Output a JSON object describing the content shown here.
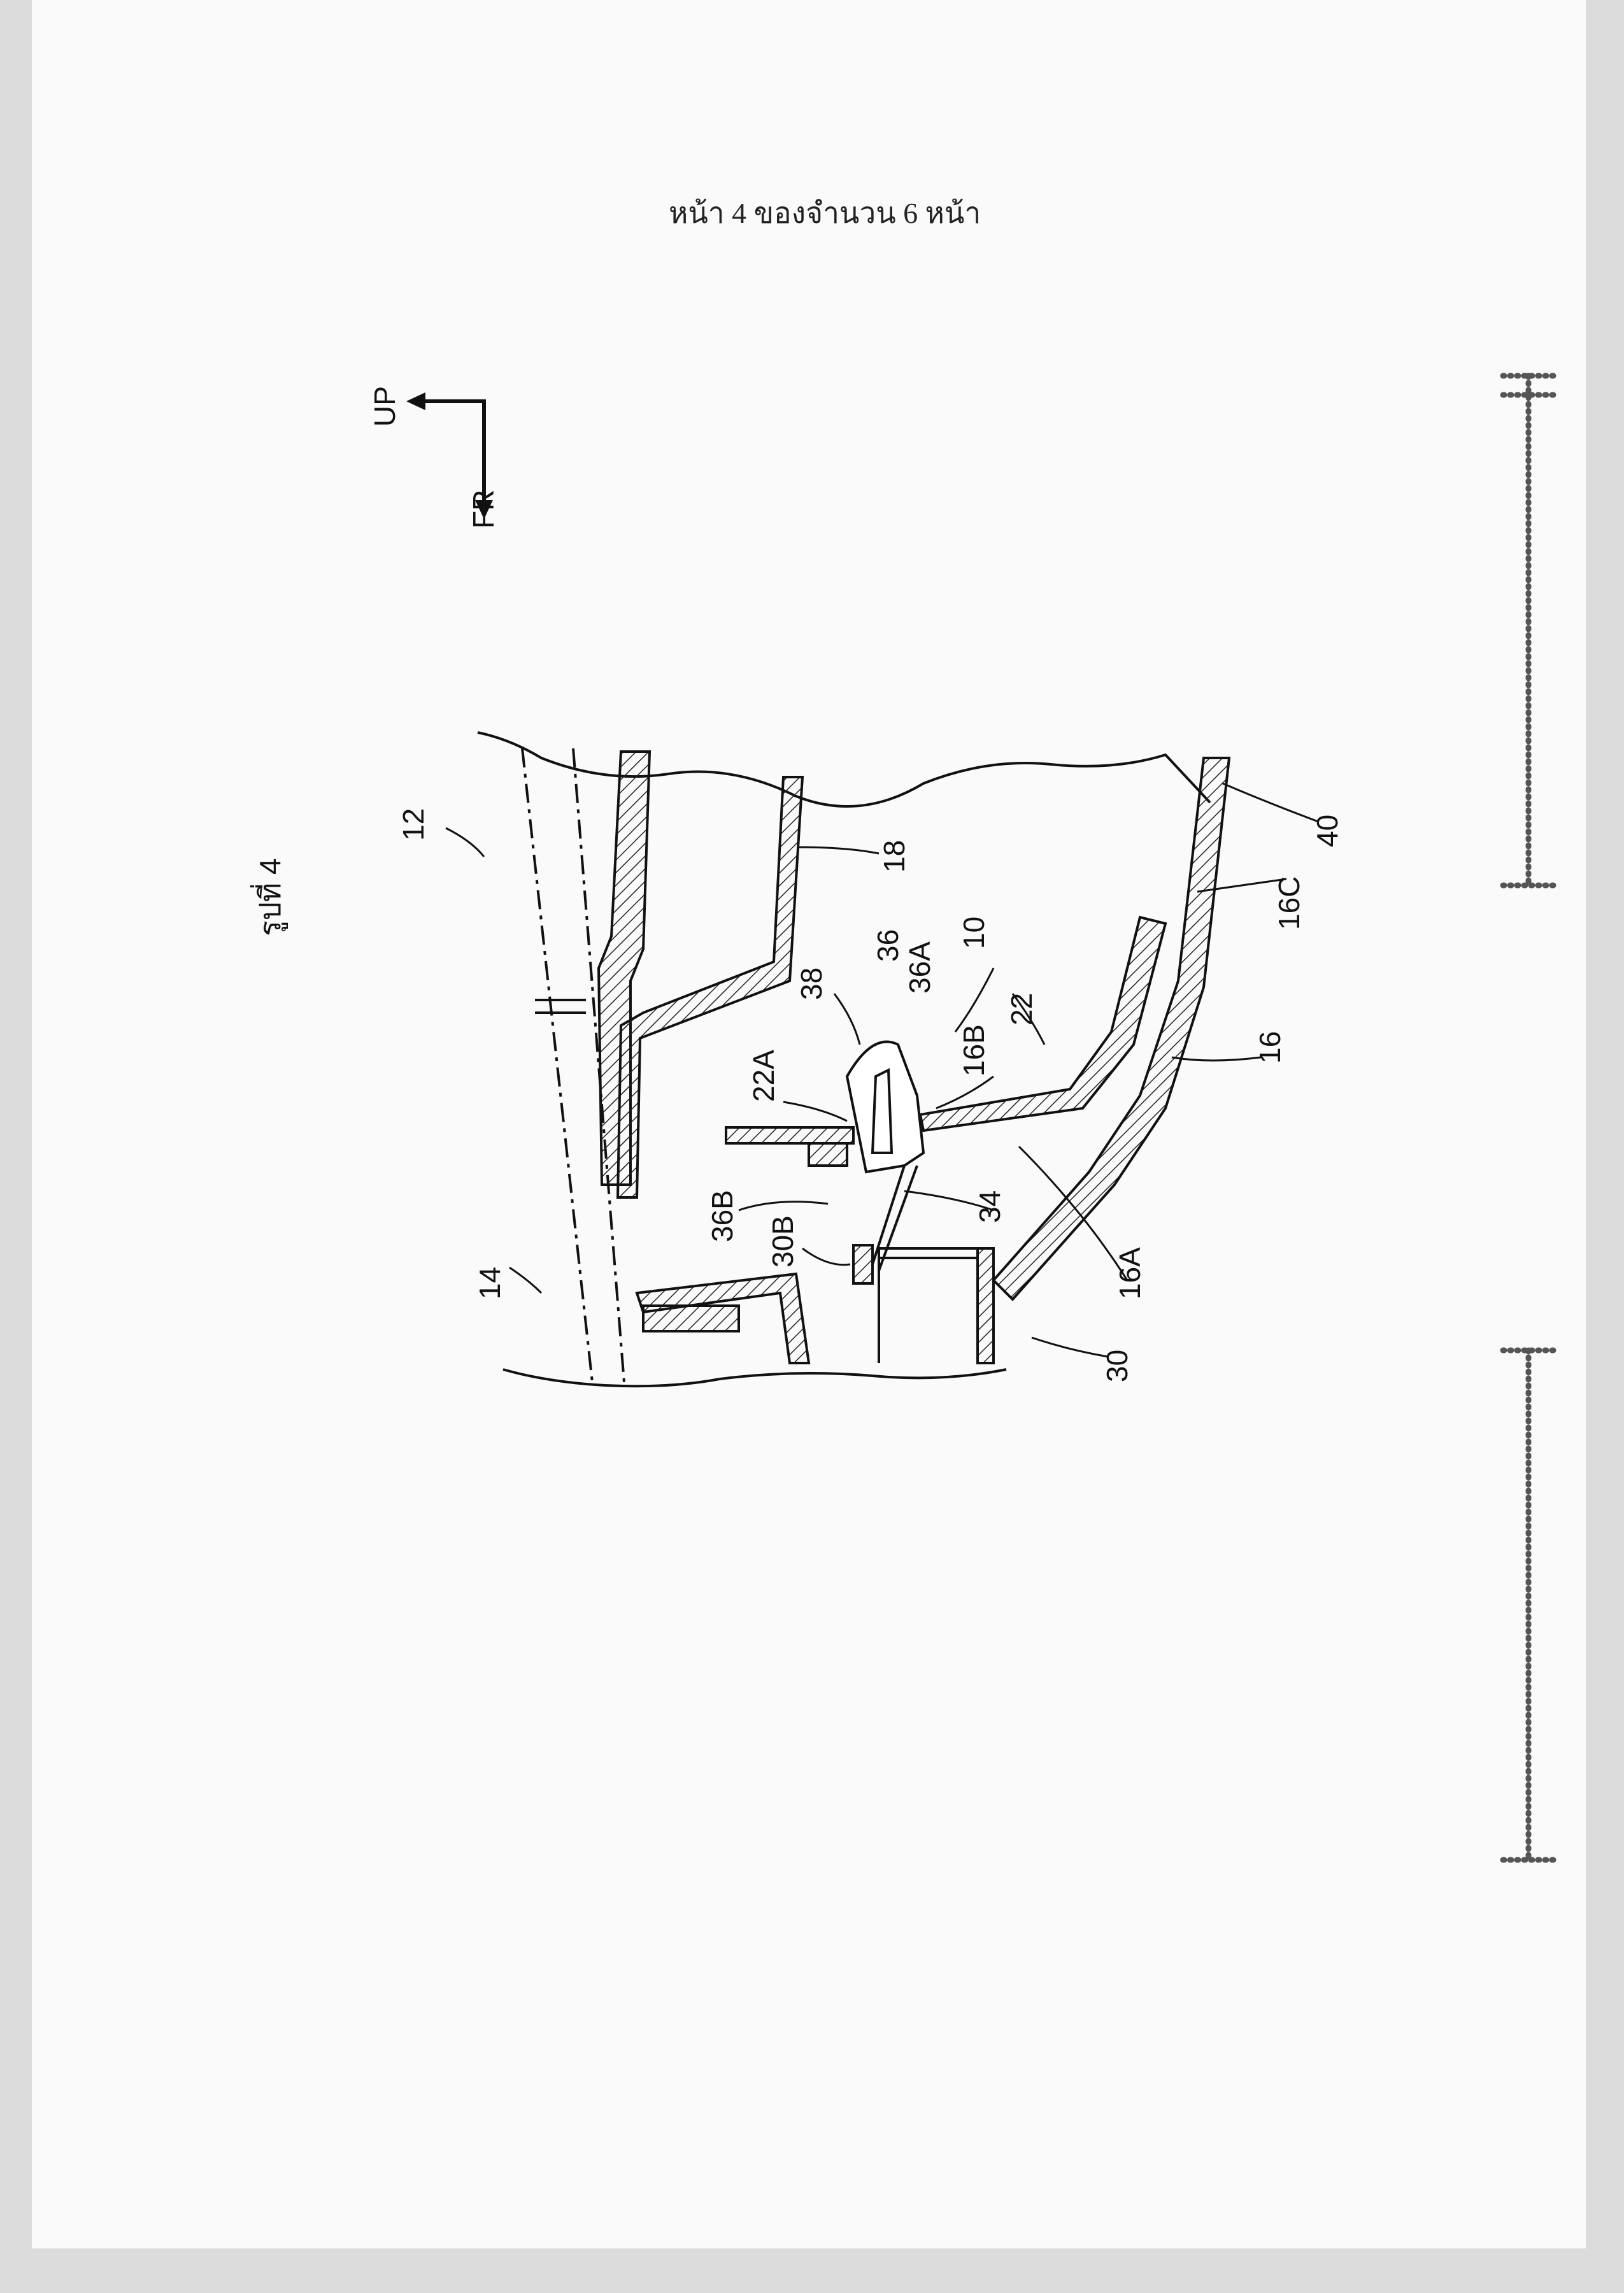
{
  "header": {
    "page_text": "หน้า 4 ของจำนวน 6 หน้า"
  },
  "figure": {
    "title": "รูปที่ 4"
  },
  "direction": {
    "up_label": "UP",
    "front_label": "FR"
  },
  "labels": {
    "n12": "12",
    "n14": "14",
    "n18": "18",
    "n38": "38",
    "n36": "36",
    "n36A": "36A",
    "n10": "10",
    "n22A": "22A",
    "n16B": "16B",
    "n22": "22",
    "n36B": "36B",
    "n34": "34",
    "n30B": "30B",
    "n16A": "16A",
    "n16": "16",
    "n16C": "16C",
    "n40": "40",
    "n30": "30"
  }
}
